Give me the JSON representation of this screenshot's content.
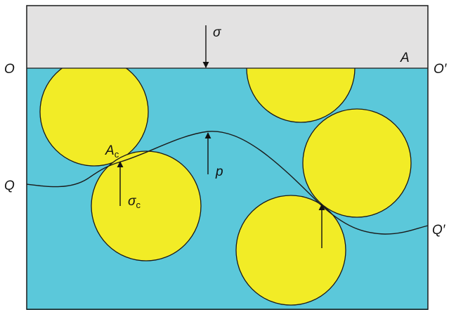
{
  "colors": {
    "fluid": "#5bc8da",
    "solid_plate": "#e3e2e2",
    "grain": "#f2ec26",
    "stroke": "#1a1a1a",
    "text": "#111111"
  },
  "labels": {
    "sigma": "σ",
    "A": "A",
    "O": "O",
    "O_prime": "O′",
    "Q": "Q",
    "Q_prime": "Q′",
    "A_c_main": "A",
    "A_c_sub": "c",
    "p": "p",
    "sigma_c_main": "σ",
    "sigma_c_sub": "c"
  },
  "icons": {
    "arrow": "arrow-icon"
  }
}
